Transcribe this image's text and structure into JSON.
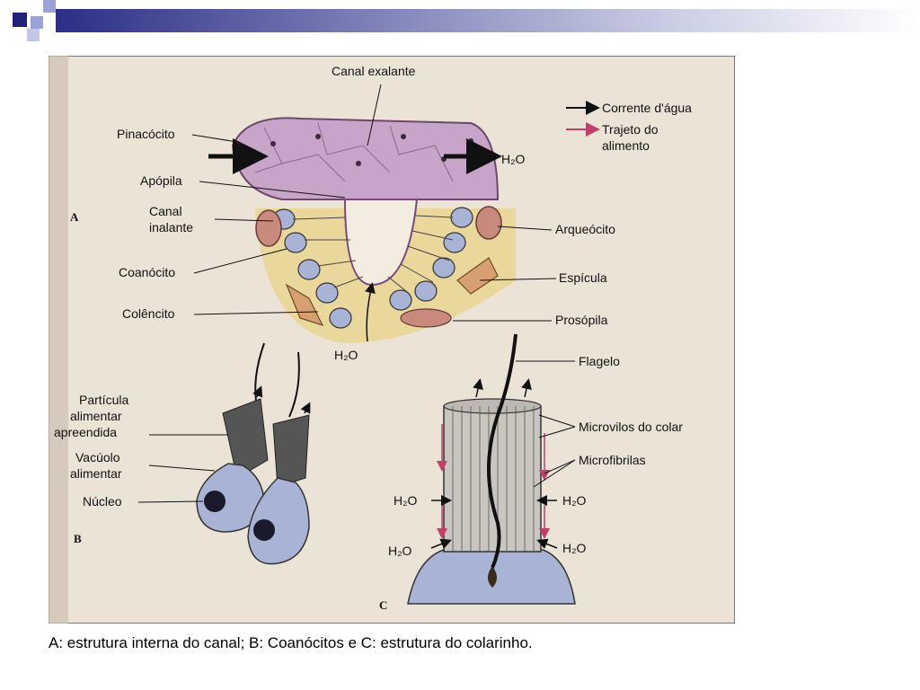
{
  "figure": {
    "panels": {
      "a": "A",
      "b": "B",
      "c": "C"
    },
    "labels_a": {
      "canal_exalante": "Canal exalante",
      "pinacocito": "Pinacócito",
      "apopila": "Apópila",
      "canal_inalante_1": "Canal",
      "canal_inalante_2": "inalante",
      "coanocito": "Coanócito",
      "colencito": "Colêncito",
      "arqueocito": "Arqueócito",
      "espicula": "Espícula",
      "prosopila": "Prosópila",
      "h2o_out": "H₂O",
      "h2o_in": "H₂O"
    },
    "legend": {
      "corrente": "Corrente d'água",
      "trajeto_1": "Trajeto do",
      "trajeto_2": "alimento",
      "corrente_color": "#111111",
      "trajeto_color": "#c0406a"
    },
    "labels_b": {
      "particula_1": "Partícula",
      "particula_2": "alimentar",
      "particula_3": "apreendida",
      "vacuolo_1": "Vacúolo",
      "vacuolo_2": "alimentar",
      "nucleo": "Núcleo"
    },
    "labels_c": {
      "flagelo": "Flagelo",
      "microvilos": "Microvilos do colar",
      "microfibrilas": "Microfibrilas",
      "h2o_left_top": "H₂O",
      "h2o_left_bottom": "H₂O",
      "h2o_right_top": "H₂O",
      "h2o_right_bottom": "H₂O"
    },
    "colors": {
      "background": "#ebe3d6",
      "canal_wall": "#c8a4c8",
      "mesohyl": "#e9d79c",
      "cell": "#a9b3d6",
      "archaeocyte": "#c98a7e"
    }
  },
  "caption": "A: estrutura interna do canal; B: Coanócitos e C: estrutura do colarinho."
}
